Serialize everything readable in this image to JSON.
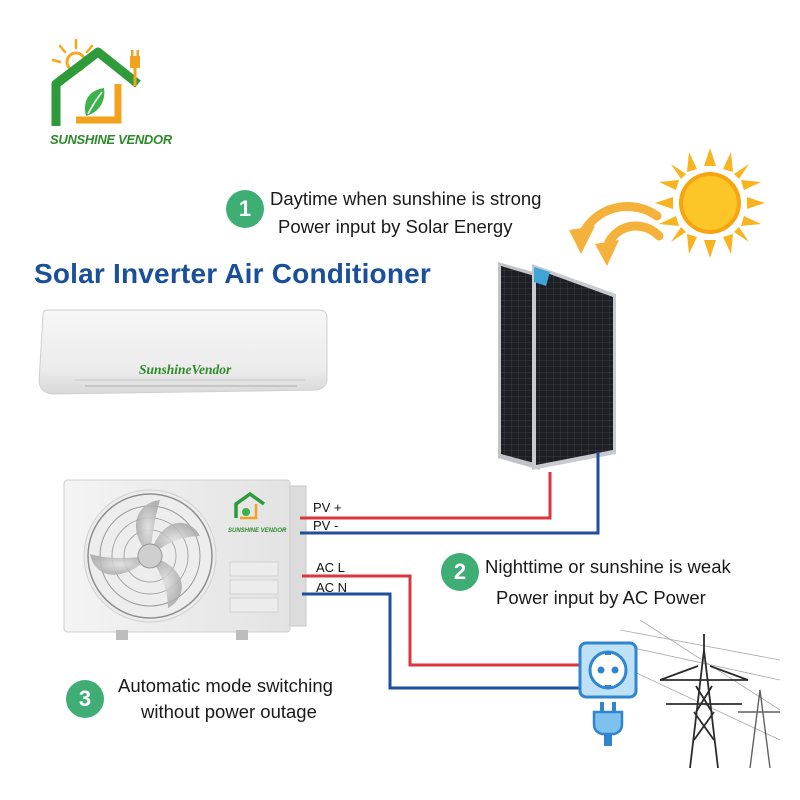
{
  "brand": {
    "logo_text": "SUNSHINE VENDOR",
    "indoor_unit_text": "SunshineVendor",
    "outdoor_unit_text": "SUNSHINE VENDOR",
    "colors": {
      "green": "#3fae75",
      "title_blue": "#1a4f9c",
      "wire_red": "#d9363e",
      "wire_blue": "#1e4f9a"
    }
  },
  "title": "Solar Inverter Air Conditioner",
  "steps": [
    {
      "number": "1",
      "line1": "Daytime when sunshine is strong",
      "line2": "Power input by Solar Energy"
    },
    {
      "number": "2",
      "line1": "Nighttime or sunshine is weak",
      "line2": "Power input by AC Power"
    },
    {
      "number": "3",
      "line1": "Automatic mode switching",
      "line2": "without power outage"
    }
  ],
  "wires": {
    "pv_plus": "PV +",
    "pv_minus": "PV -",
    "ac_l": "AC L",
    "ac_n": "AC N"
  },
  "icons": {
    "sun": "sun-icon",
    "arrows": "curved-arrow-icon",
    "solar_panel": "solar-panel-icon",
    "socket": "power-socket-icon",
    "plug": "power-plug-icon",
    "tower": "power-tower-icon",
    "fan": "fan-icon",
    "logo": "house-logo-icon"
  }
}
